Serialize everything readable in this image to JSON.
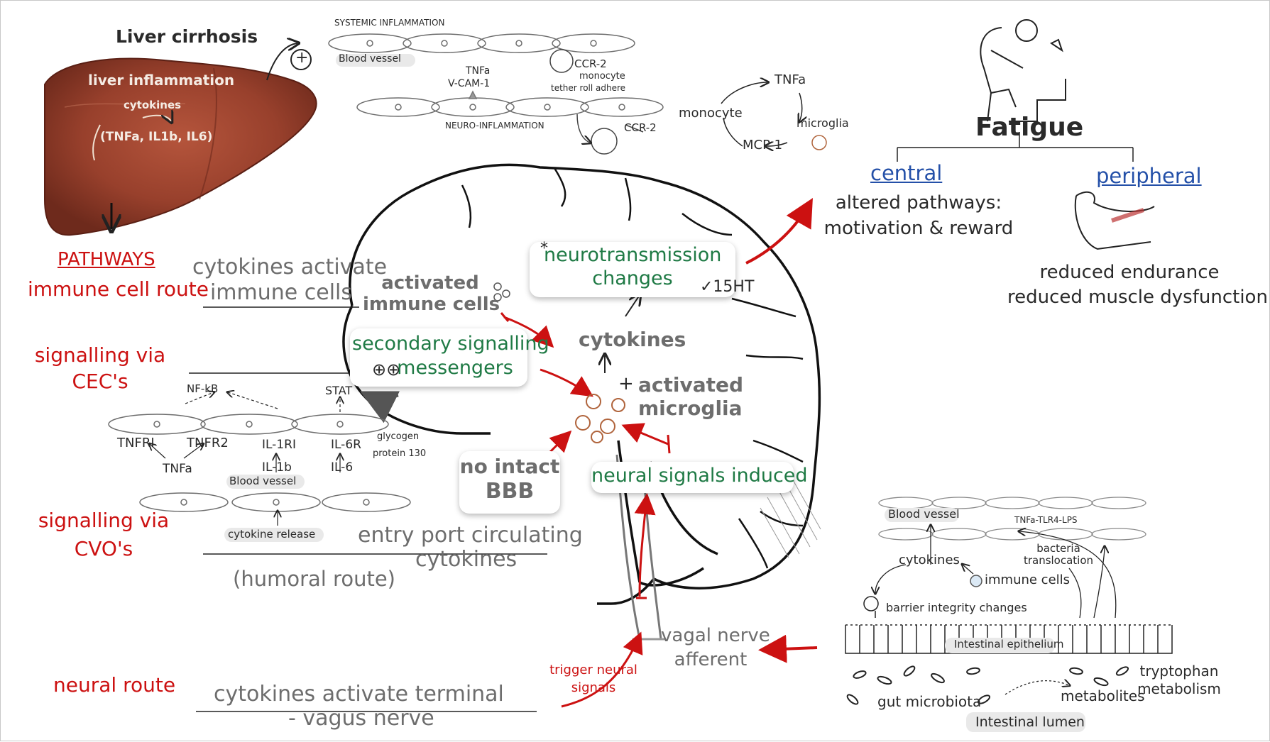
{
  "liver": {
    "title": "Liver cirrhosis",
    "inflammation": "liver inflammation",
    "cytokines": "cytokines",
    "cytokine_list": "(TNFa, IL1b, IL6)"
  },
  "plus_symbol": "+",
  "top_panel": {
    "systemic": "SYSTEMIC INFLAMMATION",
    "blood_vessel": "Blood vessel",
    "tnfa": "TNFa",
    "vcam": "V-CAM-1",
    "ccr2_top": "CCR-2",
    "monocyte": "monocyte",
    "tether": "tether roll adhere",
    "neuro": "NEURO-INFLAMMATION",
    "ccr2_bottom": "CCR-2"
  },
  "cycle": {
    "tnfa": "TNFa",
    "monocyte": "monocyte",
    "microglia": "microglia",
    "mcp1": "MCP 1"
  },
  "fatigue": {
    "title": "Fatigue",
    "central": "central",
    "central_desc_1": "altered pathways:",
    "central_desc_2": "motivation & reward",
    "peripheral": "peripheral",
    "peripheral_desc_1": "reduced endurance",
    "peripheral_desc_2": "reduced muscle dysfunction"
  },
  "pathways": {
    "heading": "PATHWAYS",
    "immune_route": "immune cell route",
    "cec_1": "signalling via",
    "cec_2": "CEC's",
    "cvo_1": "signalling via",
    "cvo_2": "CVO's",
    "neural_route": "neural route"
  },
  "routes": {
    "cytokines_activate_1": "cytokines activate",
    "cytokines_activate_2": "immune cells",
    "entry_port_1": "entry port circulating",
    "entry_port_2": "cytokines",
    "humoral": "(humoral route)",
    "vagus_1": "cytokines activate terminal",
    "vagus_2": "- vagus nerve"
  },
  "cec_panel": {
    "nfkb": "NF-kB",
    "stat": "STAT",
    "tnfr1": "TNFRI",
    "tnfr2": "TNFR2",
    "il1r1": "IL-1RI",
    "il6r": "IL-6R",
    "glycogen_1": "glycogen",
    "glycogen_2": "protein 130",
    "tnfa": "TNFa",
    "il1b": "IL-1b",
    "il6": "IL-6",
    "blood_vessel": "Blood vessel",
    "cytokine_release": "cytokine release"
  },
  "brain": {
    "activated_immune_1": "activated",
    "activated_immune_2": "immune cells",
    "neurotransmission_1": "neurotransmission",
    "neurotransmission_2": "changes",
    "asterisk": "*",
    "ht": "✓15HT",
    "cytokines": "cytokines",
    "secondary_1": "secondary signalling",
    "secondary_2": "messengers",
    "plus_plus": "⊕⊕",
    "activated_microglia_1": "activated",
    "activated_microglia_2": "microglia",
    "no_intact_1": "no intact",
    "no_intact_2": "BBB",
    "neural_signals": "neural signals induced"
  },
  "vagal": {
    "vagal_1": "vagal nerve",
    "vagal_2": "afferent",
    "trigger_1": "trigger neural",
    "trigger_2": "signals"
  },
  "gut": {
    "blood_vessel": "Blood vessel",
    "tlr": "TNFa-TLR4-LPS",
    "cytokines": "cytokines",
    "bacteria_1": "bacteria",
    "bacteria_2": "translocation",
    "immune_cells": "immune cells",
    "barrier": "barrier integrity changes",
    "epithelium": "Intestinal epithelium",
    "tryptophan_1": "tryptophan",
    "tryptophan_2": "metabolism",
    "microbiota": "gut microbiota",
    "metabolites": "metabolites",
    "lumen": "Intestinal lumen"
  },
  "colors": {
    "red": "#cc1111",
    "green": "#1f7a45",
    "blue": "#2450a8",
    "grey": "#6d6d6d",
    "liver": "#8e3a2a"
  }
}
